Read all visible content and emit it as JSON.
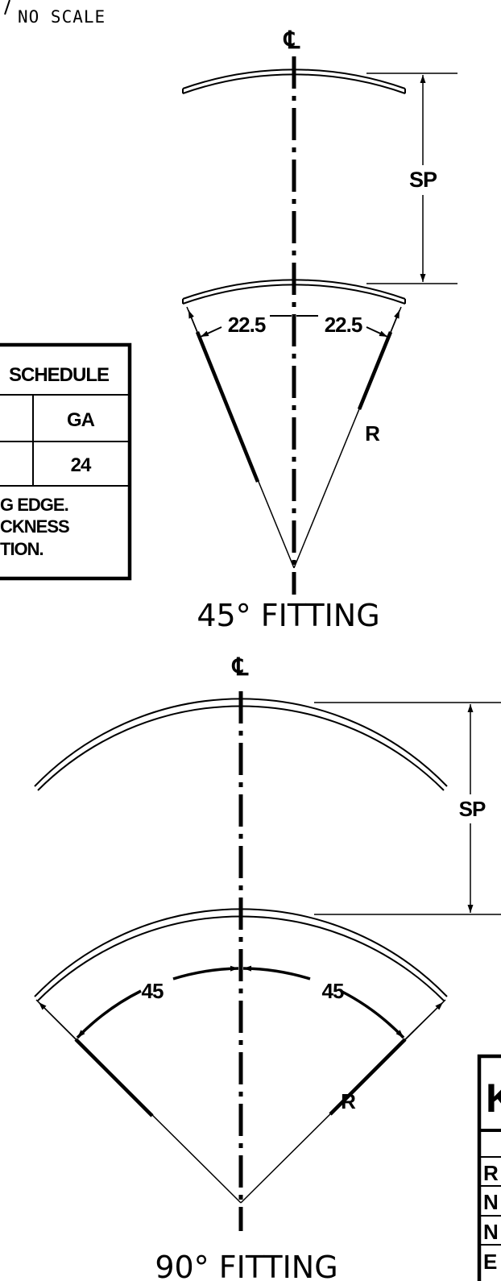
{
  "header": {
    "note": "NO SCALE"
  },
  "fitting_45": {
    "centerline_symbol": "℄",
    "spacing_label": "SP",
    "angle_left": "22.5",
    "angle_right": "22.5",
    "radius_label": "R",
    "title": "45° FITTING"
  },
  "fitting_90": {
    "centerline_symbol": "℄",
    "spacing_label": "SP",
    "angle_left": "45",
    "angle_right": "45",
    "radius_label": "R",
    "title": "90° FITTING"
  },
  "schedule_table": {
    "header": "SCHEDULE",
    "ga_header": "GA",
    "ga_value": "24",
    "note_lines": [
      "G EDGE.",
      "CKNESS",
      "TION."
    ]
  },
  "key_table": {
    "title_partial": "K",
    "row_initials": [
      "R",
      "N",
      "N",
      "E"
    ]
  },
  "colors": {
    "ink": "#000000",
    "paper": "#ffffff"
  }
}
